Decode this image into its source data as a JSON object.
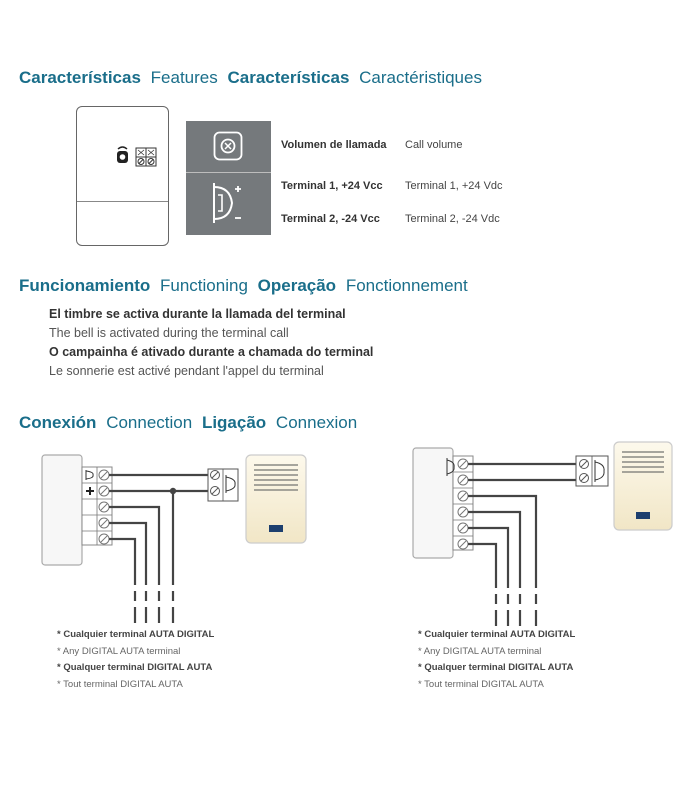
{
  "features": {
    "heading": [
      {
        "text": "Características",
        "bold": true
      },
      {
        "text": "Features",
        "bold": false
      },
      {
        "text": "Características",
        "bold": true
      },
      {
        "text": "Caractéristiques",
        "bold": false
      }
    ],
    "items": [
      {
        "es": "Volumen de llamada",
        "en": "Call volume"
      },
      {
        "es": "Terminal 1, +24 Vcc",
        "en": "Terminal 1, +24 Vdc"
      },
      {
        "es": "Terminal 2, -24 Vcc",
        "en": "Terminal 2, -24 Vdc"
      }
    ]
  },
  "functioning": {
    "heading": [
      {
        "text": "Funcionamiento",
        "bold": true
      },
      {
        "text": "Functioning",
        "bold": false
      },
      {
        "text": "Operação",
        "bold": true
      },
      {
        "text": "Fonctionnement",
        "bold": false
      }
    ],
    "lines": [
      {
        "text": "El timbre se activa durante la llamada del terminal",
        "bold": true
      },
      {
        "text": "The bell is activated during the terminal call",
        "bold": false
      },
      {
        "text": "O campainha é ativado durante a chamada do terminal",
        "bold": true
      },
      {
        "text": "Le sonnerie est activé pendant l'appel du terminal",
        "bold": false
      }
    ]
  },
  "connection": {
    "heading": [
      {
        "text": "Conexión",
        "bold": true
      },
      {
        "text": "Connection",
        "bold": false
      },
      {
        "text": "Ligação",
        "bold": true
      },
      {
        "text": "Connexion",
        "bold": false
      }
    ],
    "notes_left": [
      {
        "text": "* Cualquier terminal AUTA DIGITAL",
        "bold": true
      },
      {
        "text": "* Any DIGITAL AUTA terminal",
        "bold": false
      },
      {
        "text": "* Qualquer terminal DIGITAL AUTA",
        "bold": true
      },
      {
        "text": "* Tout terminal DIGITAL AUTA",
        "bold": false
      }
    ],
    "notes_right": [
      {
        "text": "* Cualquier terminal AUTA DIGITAL",
        "bold": true
      },
      {
        "text": "* Any DIGITAL AUTA terminal",
        "bold": false
      },
      {
        "text": "* Qualquer terminal DIGITAL AUTA",
        "bold": true
      },
      {
        "text": "* Tout terminal DIGITAL AUTA",
        "bold": false
      }
    ]
  },
  "colors": {
    "heading": "#1a6e8a",
    "panel": "#75797c",
    "button": "#1d3f6e"
  },
  "icons": [
    "volume-knob-icon",
    "terminal-block-icon",
    "bell-icon",
    "screw-terminal-icon",
    "speaker-grille-icon"
  ]
}
